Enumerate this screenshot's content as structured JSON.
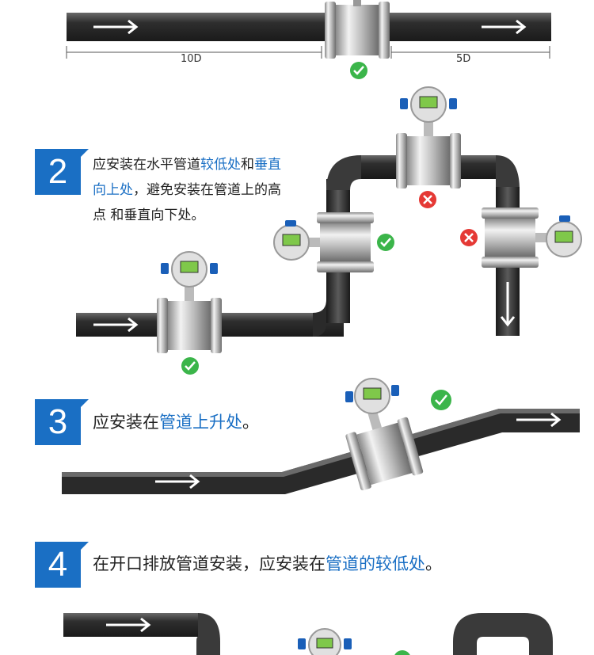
{
  "top_dimension": {
    "upstream": "10D",
    "downstream": "5D"
  },
  "step2": {
    "number": "2",
    "text_lines": [
      [
        {
          "t": "应安装在水平管道",
          "hl": false
        },
        {
          "t": "较低处",
          "hl": true
        },
        {
          "t": "和",
          "hl": false
        },
        {
          "t": "垂直",
          "hl": true
        }
      ],
      [
        {
          "t": "向上处",
          "hl": true
        },
        {
          "t": "，避免安装在管道上的高",
          "hl": false
        }
      ],
      [
        {
          "t": "点 和垂直向下处。",
          "hl": false
        }
      ]
    ]
  },
  "step3": {
    "number": "3",
    "text": [
      {
        "t": "应安装在",
        "hl": false
      },
      {
        "t": "管道上升处",
        "hl": true
      },
      {
        "t": "。",
        "hl": false
      }
    ]
  },
  "step4": {
    "number": "4",
    "text": [
      {
        "t": "在开口排放管道安装，应安装在",
        "hl": false
      },
      {
        "t": "管道的较低处",
        "hl": true
      },
      {
        "t": "。",
        "hl": false
      }
    ]
  },
  "colors": {
    "accent": "#1a6fc4",
    "ok": "#3bb54a",
    "bad": "#e53935",
    "pipe": "#3a3a3a"
  }
}
